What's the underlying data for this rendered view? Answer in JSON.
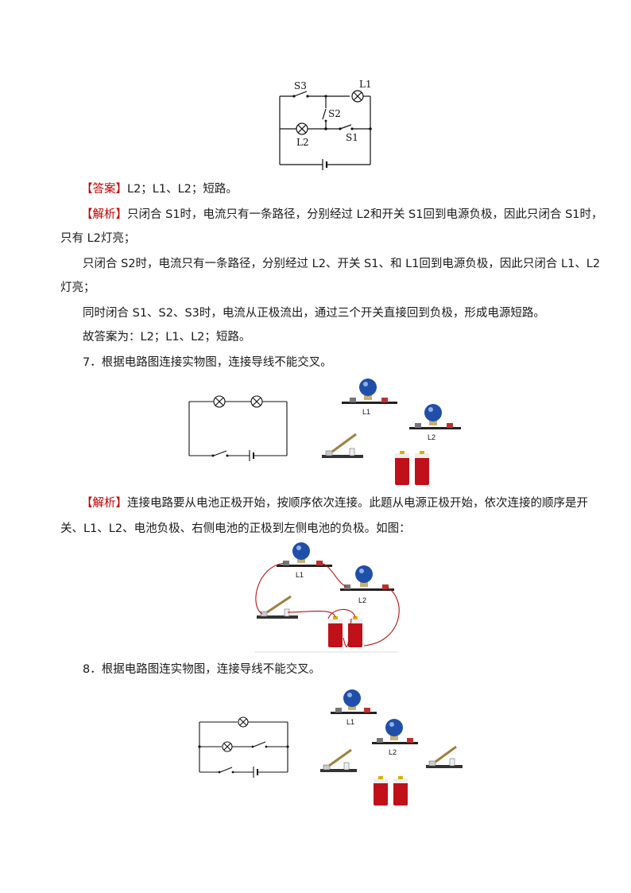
{
  "fig1": {
    "s3": "S3",
    "s2": "S2",
    "s1": "S1",
    "l1": "L1",
    "l2": "L2"
  },
  "answer": {
    "tag": "【答案】",
    "text": "L2；L1、L2；短路。"
  },
  "analysis1": {
    "tag": "【解析】",
    "line1": "只闭合 S1时，电流只有一条路径，分别经过 L2和开关 S1回到电源负极，因此只闭合 S1时，",
    "line2": "只有 L2灯亮；",
    "line3": "只闭合 S2时，电流只有一条路径，分别经过 L2、开关 S1、和 L1回到电源负极，因此只闭合 L1、L2",
    "line4": "灯亮；",
    "line5": "同时闭合 S1、S2、S3时，电流从正极流出，通过三个开关直接回到负极，形成电源短路。",
    "line6": "故答案为：L2；L1、L2；短路。"
  },
  "q7": {
    "text": "7．根据电路图连接实物图，连接导线不能交叉。",
    "l1": "L1",
    "l2": "L2"
  },
  "analysis2": {
    "tag": "【解析】",
    "line1": "连接电路要从电池正极开始，按顺序依次连接。此题从电源正极开始，依次连接的顺序是开",
    "line2": "关、L1、L2、电池负极、右侧电池的正极到左侧电池的负极。如图：",
    "l1": "L1",
    "l2": "L2"
  },
  "q8": {
    "text": "8．根据电路图连实物图，连接导线不能交叉。",
    "l1": "L1",
    "l2": "L2"
  },
  "colors": {
    "red_tag": "#c00000",
    "bulb_blue": "#1f4fa8",
    "battery_red": "#c0101a",
    "wire_red": "#b01818"
  }
}
